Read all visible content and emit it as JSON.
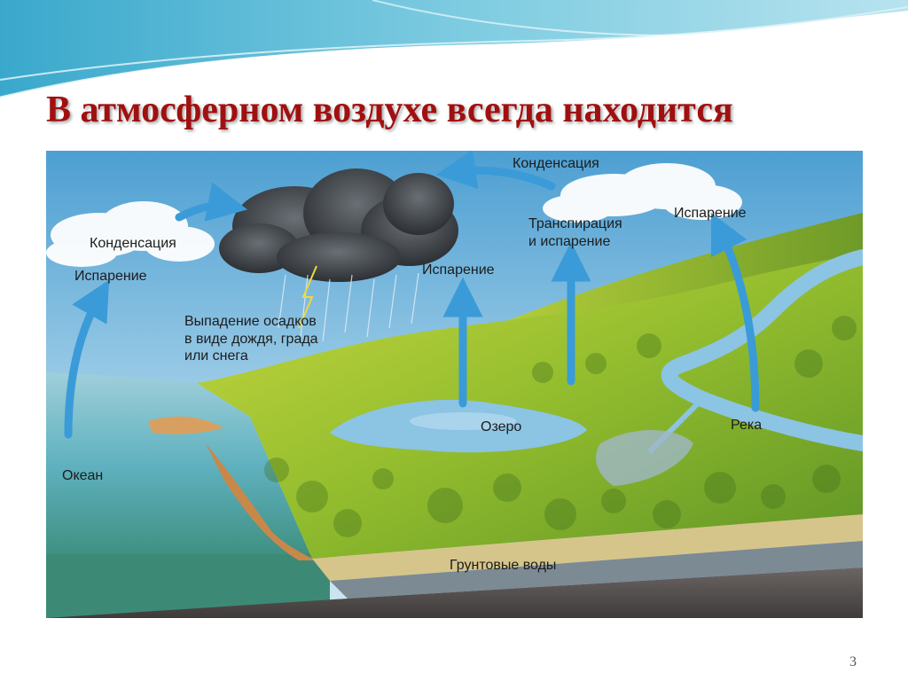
{
  "slide": {
    "title": "В атмосферном воздухе всегда находится",
    "page_number": "3"
  },
  "diagram": {
    "labels": {
      "condensation_left": "Конденсация",
      "evaporation_left": "Испарение",
      "precipitation_line1": "Выпадение осадков",
      "precipitation_line2": "в виде дождя, града",
      "precipitation_line3": "или снега",
      "evaporation_center": "Испарение",
      "condensation_top": "Конденсация",
      "transpiration_line1": "Транспирация",
      "transpiration_line2": "и испарение",
      "evaporation_right": "Испарение",
      "lake": "Озеро",
      "river": "Река",
      "ocean": "Океан",
      "groundwater": "Грунтовые воды"
    }
  },
  "colors": {
    "title": "#a01010",
    "sky": "#5ea9d8",
    "ocean": "#4aa0b8",
    "land": "#8fbb2c",
    "arrow": "#3a9bd8",
    "groundwater": "#6f7f8a",
    "bedrock": "#555050"
  }
}
